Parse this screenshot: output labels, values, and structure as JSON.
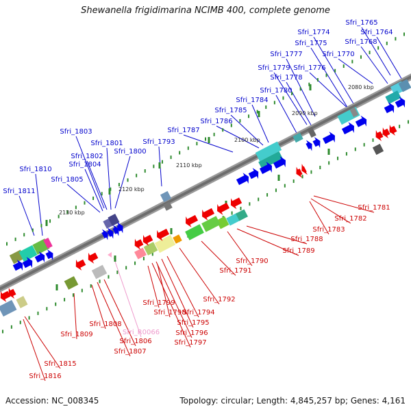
{
  "title": "Shewanella frigidimarina NCIMB 400, complete genome",
  "footer": {
    "accession": "Accession: NC_008345",
    "topology": "Topology: circular; Length: 4,845,257 bp; Genes: 4,161"
  },
  "colors": {
    "forward_label": "#0000cc",
    "reverse_label": "#cc0000",
    "rna_label": "#ee99cc",
    "backbone": "#777777"
  },
  "kbp_labels": [
    "2080 kbp",
    "2090 kbp",
    "2100 kbp",
    "2110 kbp",
    "2120 kbp",
    "2130 kbp"
  ],
  "forward_genes": [
    "Sfri_1765",
    "Sfri_1764",
    "Sfri_1774",
    "Sfri_1768",
    "Sfri_1775",
    "Sfri_1770",
    "Sfri_1777",
    "Sfri_1779",
    "Sfri_1776",
    "Sfri_1778",
    "Sfri_1780",
    "Sfri_1784",
    "Sfri_1785",
    "Sfri_1786",
    "Sfri_1787",
    "Sfri_1803",
    "Sfri_1801",
    "Sfri_1793",
    "Sfri_1802",
    "Sfri_1800",
    "Sfri_1804",
    "Sfri_1810",
    "Sfri_1805",
    "Sfri_1811"
  ],
  "reverse_genes": [
    "Sfri_1781",
    "Sfri_1782",
    "Sfri_1783",
    "Sfri_1788",
    "Sfri_1789",
    "Sfri_1790",
    "Sfri_1791",
    "Sfri_1792",
    "Sfri_1794",
    "Sfri_1795",
    "Sfri_1796",
    "Sfri_1797",
    "Sfri_1798",
    "Sfri_1799",
    "Sfri_1808",
    "Sfri_1806",
    "Sfri_1807",
    "Sfri_1809",
    "Sfri_1815",
    "Sfri_1816"
  ],
  "rna_genes": [
    "Sfri_R0066"
  ]
}
